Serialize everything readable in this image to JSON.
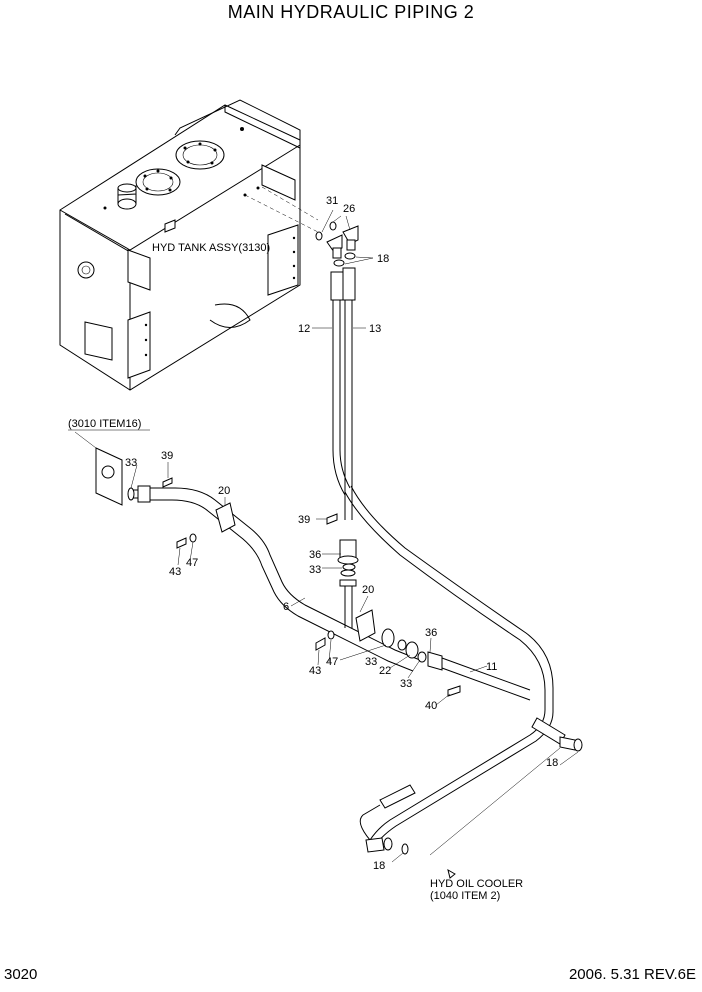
{
  "title": "MAIN HYDRAULIC PIPING 2",
  "page_number": "3020",
  "revision": "2006. 5.31  REV.6E",
  "notes": {
    "tank": "HYD TANK ASSY(3130)",
    "ref_3010": "(3010 ITEM16)",
    "cooler_line1": "HYD OIL COOLER",
    "cooler_line2": "(1040 ITEM 2)"
  },
  "callouts": {
    "c31": "31",
    "c26": "26",
    "c18a": "18",
    "c12": "12",
    "c13": "13",
    "c33a": "33",
    "c39a": "39",
    "c20a": "20",
    "c39b": "39",
    "c36a": "36",
    "c33b": "33",
    "c20b": "20",
    "c43a": "43",
    "c47a": "47",
    "c6": "6",
    "c36b": "36",
    "c11": "11",
    "c43b": "43",
    "c47b": "47",
    "c33c": "33",
    "c22": "22",
    "c33d": "33",
    "c40": "40",
    "c18b": "18",
    "c18c": "18"
  }
}
